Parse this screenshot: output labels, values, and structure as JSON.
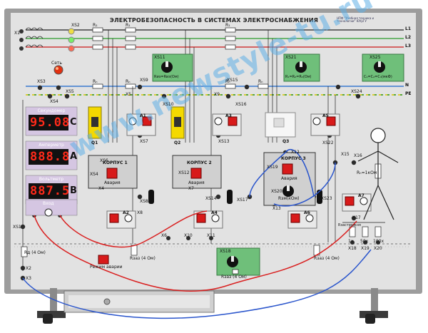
{
  "title": "ЭЛЕКТРОБЕЗОПАСНОСТЬ В СИСТЕМАХ ЭЛЕКТРОСНАБЖЕНИЯ",
  "brand_caption": "НПФ \"Учебная техника и технологии\" ЮУрГУ",
  "watermark": "www.newstyle-tu.ru",
  "lines": {
    "l1": "L1",
    "l2": "L2",
    "l3": "L3",
    "n": "N",
    "pe": "PE"
  },
  "switches": {
    "x1": "X1",
    "xs2": "XS2",
    "xs3": "XS3",
    "xs4": "XS4",
    "xs5": "XS5",
    "x5": "X5",
    "xs9": "XS9",
    "xs10": "XS10",
    "xs11": "XS11",
    "xs15": "XS15",
    "xs16": "XS16",
    "x9": "X9",
    "xs21": "XS21",
    "xs24": "XS24",
    "xs25": "XS25",
    "xs7": "XS7",
    "xs8": "XS8",
    "xs6": "XS6",
    "xs12": "XS12",
    "xs13": "XS13",
    "xs14": "XS14",
    "x4": "X4",
    "x7": "X7",
    "x8": "X8",
    "xs17": "XS17",
    "xs19": "XS19",
    "xs20": "XS20",
    "xs22": "XS22",
    "xs23": "XS23",
    "x12": "X12",
    "x13": "X13",
    "x15": "X15",
    "x16": "X16",
    "x17": "X17",
    "x18": "X18",
    "x19": "X19",
    "x20": "X20",
    "x6": "X6",
    "x10": "X10",
    "x11": "X11",
    "xs18": "XS18",
    "xs1": "XS1",
    "x2": "X2",
    "x3": "X3"
  },
  "resistors": {
    "r1": "R₁",
    "rn": "Rₙ",
    "riz": "Rиз=Rиз(Ом)",
    "riz2": "R₁=R₂=R₃(Ом)",
    "cap": "C₁=C₂=C₃(мкФ)",
    "rh": "Rₕ=1кОм",
    "rzaz1": "Rзаз (4 Ом)",
    "rzaz2": "Rзаз (4 Ом)",
    "rzaz3": "Rзаз (4 Ом)",
    "rzm": "Rзм(кОм)",
    "rzaz": "Rзаземл",
    "rzas": "Rзастержня",
    "r1x": "1x",
    "r50": "50x",
    "r100": "100x",
    "rd": "Rд (4 Ом)"
  },
  "instruments": {
    "seconds": {
      "caption": "Секундомер",
      "value": "95.08",
      "unit": "C"
    },
    "amperes": {
      "caption": "Амперметр",
      "value": "888.8",
      "unit": "A"
    },
    "volts": {
      "caption": "Вольтметр",
      "value": "887.5",
      "unit": "B"
    },
    "input": "Вход",
    "network": "Сеть",
    "mode": "Режим аварии"
  },
  "ammeters": {
    "a1": "A1",
    "a2": "A2",
    "a3": "A3",
    "a4": "A4",
    "a5": "A5",
    "a6": "A6",
    "a7": "A7"
  },
  "breakers": {
    "q1": "Q1",
    "q2": "Q2",
    "q3": "Q3"
  },
  "enclosures": {
    "k1": "КОРПУС 1",
    "k2": "КОРПУС 2",
    "k3": "КОРПУС 3",
    "fault": "Авария"
  },
  "colors": {
    "frame": "#a6a6a6",
    "panel": "#d9d9d9",
    "l1": "#d9c400",
    "l2": "#2a9a2a",
    "l3": "#cc1a1a",
    "n": "#1a66cc",
    "pe": "#d9c400",
    "display": "#cc3344",
    "accent": "#d11a1a"
  }
}
